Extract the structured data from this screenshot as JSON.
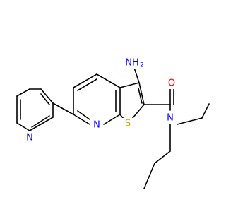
{
  "molecule": {
    "atoms": [
      {
        "label": "NH",
        "sub": "2",
        "kind": "nitrogen",
        "color": "#0000ff"
      },
      {
        "label": "O",
        "kind": "oxygen",
        "color": "#ff0000"
      },
      {
        "label": "N",
        "kind": "nitrogen",
        "color": "#0000ff"
      },
      {
        "label": "S",
        "kind": "sulfur",
        "color": "#c8a000"
      },
      {
        "label": "N",
        "kind": "nitrogen",
        "color": "#0000ff"
      },
      {
        "label": "N",
        "kind": "nitrogen",
        "color": "#0000ff"
      }
    ]
  }
}
